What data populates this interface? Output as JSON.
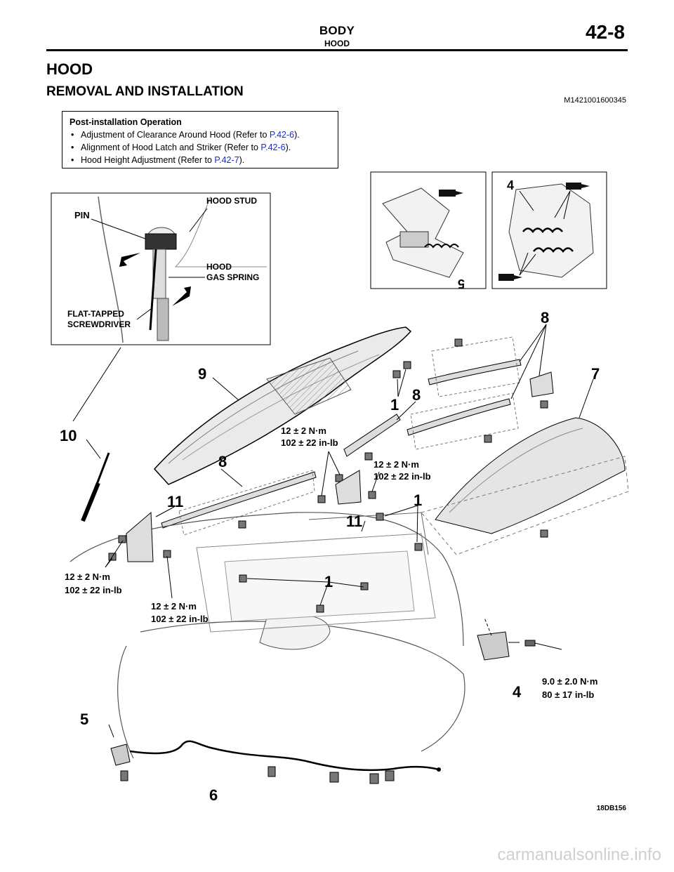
{
  "header": {
    "title": "BODY",
    "subtitle": "HOOD",
    "page_number": "42-8"
  },
  "section_title": "HOOD",
  "subsection_title": "REMOVAL AND INSTALLATION",
  "doc_id": "M1421001600345",
  "note": {
    "title": "Post-installation Operation",
    "items": [
      {
        "text": "Adjustment of Clearance Around Hood (Refer to ",
        "link": "P.42-6",
        "suffix": ")."
      },
      {
        "text": "Alignment of Hood Latch and Striker (Refer to ",
        "link": "P.42-6",
        "suffix": ")."
      },
      {
        "text": "Hood Height Adjustment (Refer to ",
        "link": "P.42-7",
        "suffix": ")."
      }
    ]
  },
  "inset_labels": {
    "pin": "PIN",
    "hood_stud": "HOOD STUD",
    "hood_gas_spring_1": "HOOD",
    "hood_gas_spring_2": "GAS SPRING",
    "screwdriver_1": "FLAT-TAPPED",
    "screwdriver_2": "SCREWDRIVER"
  },
  "callouts": {
    "c1": "1",
    "c4": "4",
    "c5": "5",
    "c6": "6",
    "c7": "7",
    "c8": "8",
    "c9": "9",
    "c10": "10",
    "c11": "11"
  },
  "torques": {
    "t12_nm": "12 ± 2 N·m",
    "t12_inlb": "102 ± 22 in-lb",
    "t9_nm": "9.0 ± 2.0 N·m",
    "t9_inlb": "80 ± 17 in-lb"
  },
  "figure_id": "18DB156",
  "watermark": "carmanualsonline.info"
}
